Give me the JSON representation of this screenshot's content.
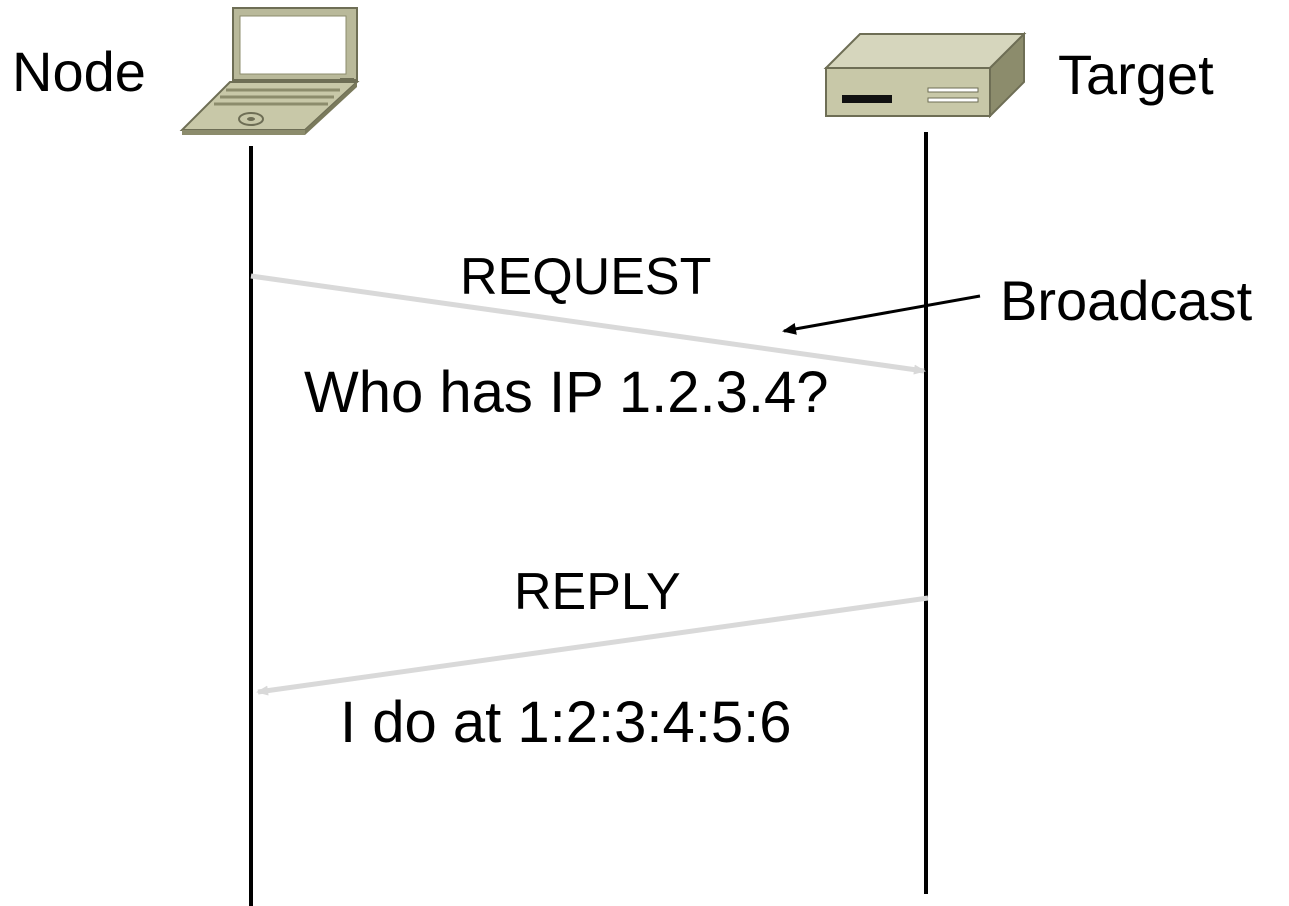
{
  "node": {
    "label": "Node"
  },
  "target": {
    "label": "Target"
  },
  "request": {
    "label": "REQUEST",
    "message": "Who has IP 1.2.3.4?"
  },
  "broadcast": {
    "label": "Broadcast"
  },
  "reply": {
    "label": "REPLY",
    "message": "I do at 1:2:3:4:5:6"
  },
  "colors": {
    "lifeline": "#000000",
    "message_arrow": "#d9d9d9",
    "device_body": "#c8c8a8",
    "device_shade": "#8c8c6c"
  },
  "icons": {
    "node": "laptop-icon",
    "target": "network-device-icon"
  }
}
